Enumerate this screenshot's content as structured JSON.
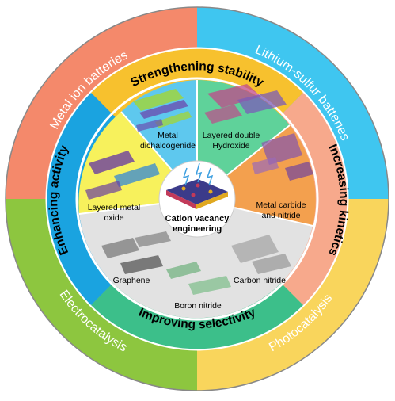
{
  "outer_ring": {
    "metal_ion": "Metal ion batteries",
    "lithium_sulfur": "Lithium-sulfur batteries",
    "electrocatalysis": "Electrocatalysis",
    "photocatalysis": "Photocatalysis"
  },
  "middle_ring": {
    "stability": "Strengthening stability",
    "kinetics": "Increasing kinetics",
    "selectivity": "Improving selectivity",
    "activity": "Enhancing activity"
  },
  "materials": {
    "metal_dichalcogenide_line1": "Metal",
    "metal_dichalcogenide_line2": "dichalcogenide",
    "ldh_line1": "Layered double",
    "ldh_line2": "Hydroxide",
    "carbide_line1": "Metal carbide",
    "carbide_line2": "and nitride",
    "layered_oxide_line1": "Layered metal",
    "layered_oxide_line2": "oxide",
    "graphene": "Graphene",
    "boron_nitride": "Boron nitride",
    "carbon_nitride": "Carbon nitride"
  },
  "center": {
    "line1": "Cation vacancy",
    "line2": "engineering"
  },
  "colors": {
    "metal_ion": "#f4896b",
    "lithium_sulfur": "#3fc6f0",
    "electrocatalysis": "#8dc63f",
    "photocatalysis": "#f9d55c",
    "stability": "#f7c12e",
    "kinetics": "#f7a98c",
    "selectivity": "#3cbf8a",
    "activity": "#1aa3e0",
    "sector_dichalcogenide": "#5ec8ee",
    "sector_ldh": "#5fd29a",
    "sector_carbide": "#f3a04e",
    "sector_oxide": "#f7f15c",
    "sector_2d": "#e2e2e2"
  }
}
